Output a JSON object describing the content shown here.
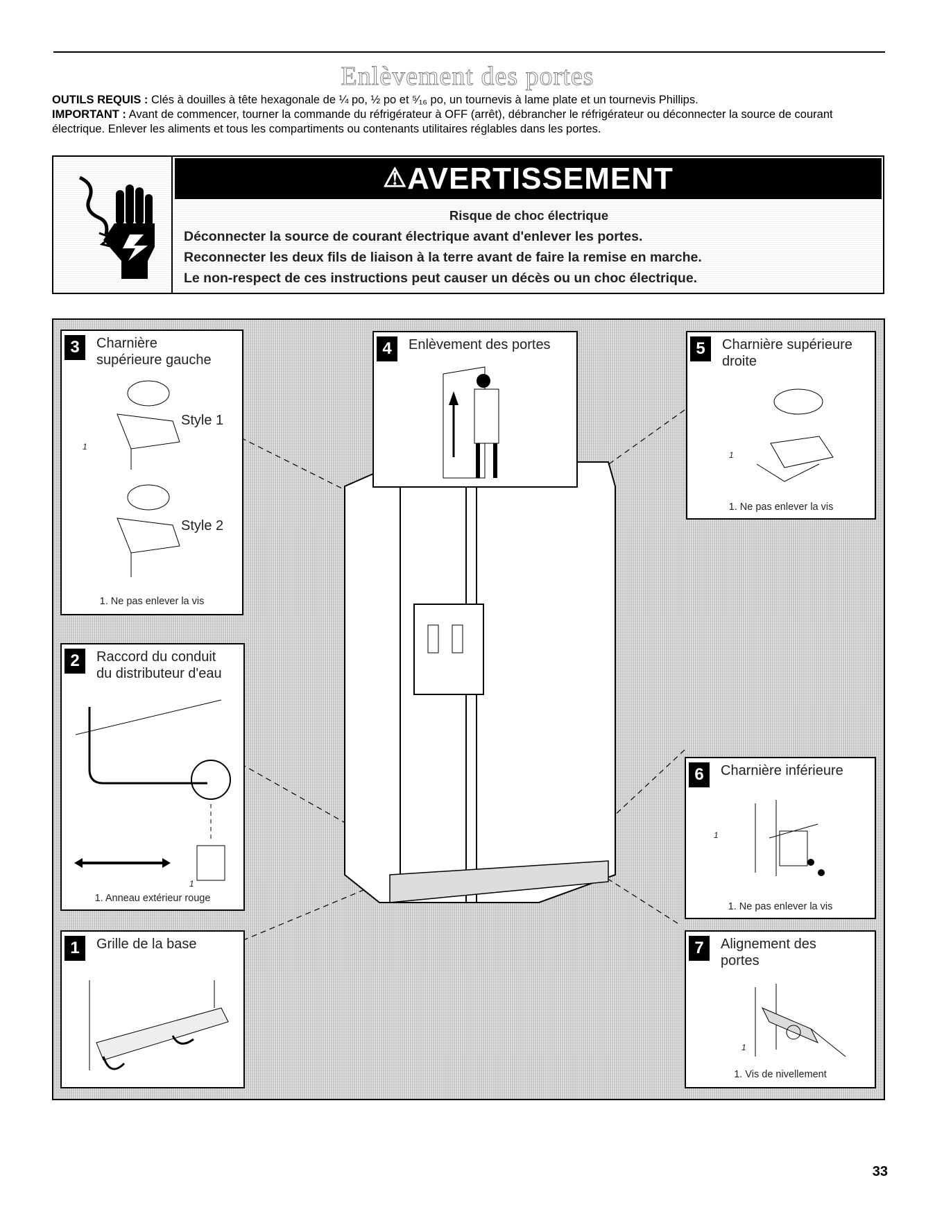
{
  "page": {
    "title": "Enlèvement des portes",
    "page_number": "33"
  },
  "intro": {
    "tools_label": "OUTILS REQUIS :",
    "tools_text": "Clés à douilles à tête hexagonale de ¼ po, ½ po et ⁵⁄₁₆ po, un tournevis à lame plate et un tournevis Phillips.",
    "important_label": "IMPORTANT :",
    "important_text": "Avant de commencer, tourner la commande du réfrigérateur à OFF (arrêt), débrancher le réfrigérateur ou déconnecter la source de courant électrique. Enlever les aliments et tous les compartiments ou contenants utilitaires réglables dans les portes."
  },
  "warning": {
    "heading": "AVERTISSEMENT",
    "icon": "electric-shock-hand-icon",
    "subtitle": "Risque de choc électrique",
    "lines": [
      "Déconnecter la source de courant électrique avant d'enlever les portes.",
      "Reconnecter les deux fils de liaison à la terre avant de faire la remise en marche.",
      "Le non-respect de ces instructions peut causer un décès ou un choc électrique."
    ]
  },
  "steps": [
    {
      "num": "1",
      "title_lines": [
        "Grille de la base"
      ],
      "caption": ""
    },
    {
      "num": "2",
      "title_lines": [
        "Raccord du conduit",
        "du distributeur d'eau"
      ],
      "caption": "1. Anneau extérieur rouge",
      "callout": "1"
    },
    {
      "num": "3",
      "title_lines": [
        "Charnière",
        "supérieure gauche"
      ],
      "caption": "1. Ne pas enlever la vis",
      "style1": "Style 1",
      "style2": "Style 2",
      "callout": "1"
    },
    {
      "num": "4",
      "title_lines": [
        "Enlèvement des portes"
      ],
      "caption": ""
    },
    {
      "num": "5",
      "title_lines": [
        "Charnière supérieure",
        "droite"
      ],
      "caption": "1. Ne pas enlever la vis",
      "callout": "1"
    },
    {
      "num": "6",
      "title_lines": [
        "Charnière inférieure"
      ],
      "caption": "1. Ne pas enlever la vis",
      "callout": "1"
    },
    {
      "num": "7",
      "title_lines": [
        "Alignement des",
        "portes"
      ],
      "caption": "1. Vis de nivellement",
      "callout": "1"
    }
  ]
}
